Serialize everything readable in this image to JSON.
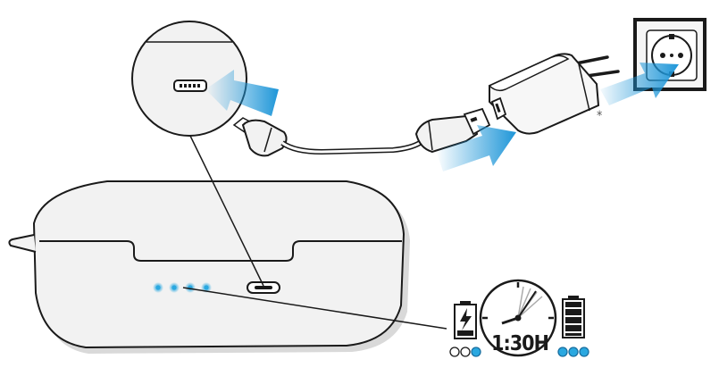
{
  "diagram": {
    "footnote_mark": "*",
    "charge_time": "1:30H",
    "led_count_case": 4,
    "before": {
      "filled": 1,
      "total": 3
    },
    "after": {
      "filled": 3,
      "total": 3
    },
    "colors": {
      "led_blue": "#2aa8e0",
      "arrow_blue": "#1e96d8",
      "outline": "#1a1a1a",
      "case_fill": "#f0f0f0",
      "shadow": "#d7d7d7"
    }
  }
}
